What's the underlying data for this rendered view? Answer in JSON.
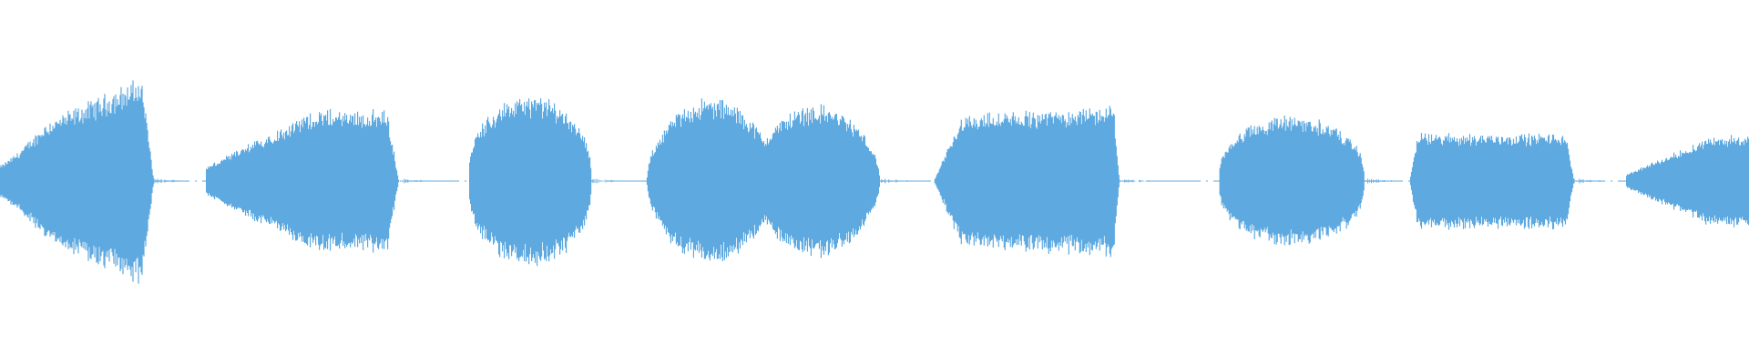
{
  "waveform": {
    "color": "#5ea9e0",
    "background": "#ffffff",
    "segments": [
      {
        "start": 0.0,
        "end": 0.088,
        "peak": 0.62,
        "shape": "rise-spike"
      },
      {
        "start": 0.118,
        "end": 0.228,
        "peak": 0.4,
        "shape": "ramp-plateau"
      },
      {
        "start": 0.268,
        "end": 0.338,
        "peak": 0.48,
        "shape": "dome"
      },
      {
        "start": 0.37,
        "end": 0.503,
        "peak": 0.47,
        "shape": "double-dome"
      },
      {
        "start": 0.534,
        "end": 0.64,
        "peak": 0.43,
        "shape": "plateau-cut"
      },
      {
        "start": 0.697,
        "end": 0.78,
        "peak": 0.37,
        "shape": "dome"
      },
      {
        "start": 0.806,
        "end": 0.9,
        "peak": 0.27,
        "shape": "flat"
      },
      {
        "start": 0.93,
        "end": 1.0,
        "peak": 0.26,
        "shape": "ramp-up"
      }
    ]
  }
}
